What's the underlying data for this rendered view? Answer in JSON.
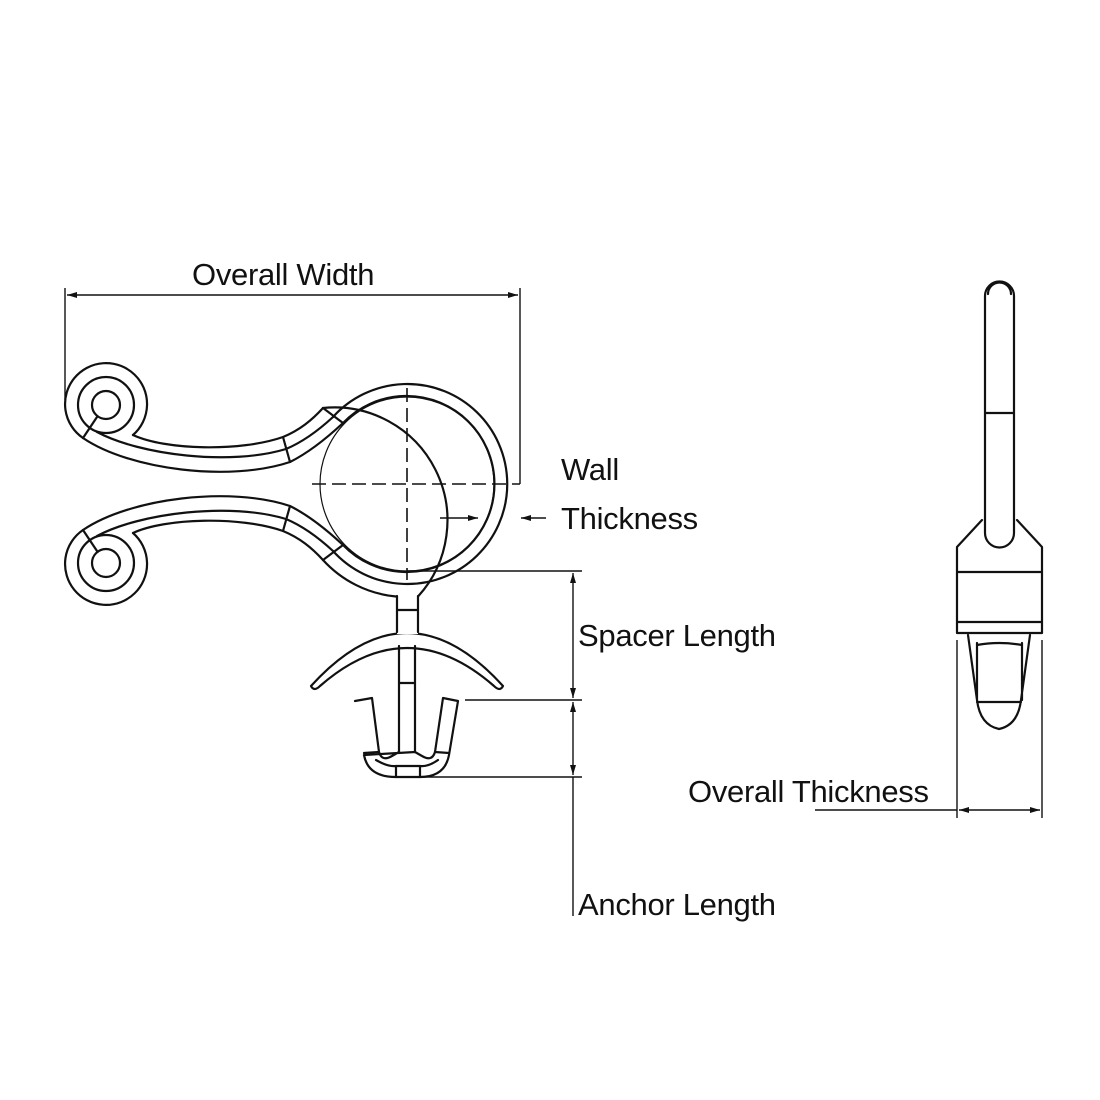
{
  "labels": {
    "overall_width": "Overall Width",
    "wall": "Wall",
    "thickness": "Thickness",
    "spacer_length": "Spacer Length",
    "anchor_length": "Anchor Length",
    "overall_thickness": "Overall Thickness"
  },
  "colors": {
    "line": "#111111",
    "background": "#ffffff"
  }
}
